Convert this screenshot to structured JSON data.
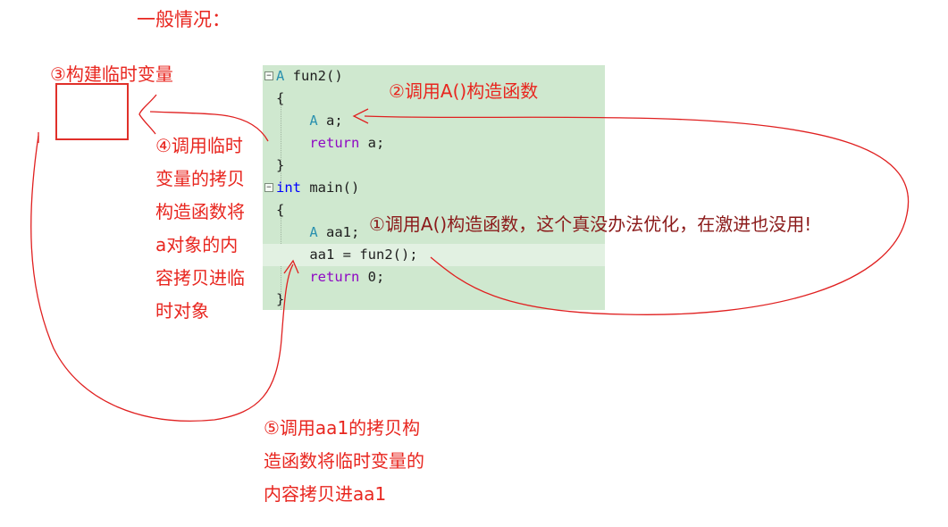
{
  "title": "一般情况：",
  "code": {
    "lines": [
      {
        "fold": "⊟",
        "tokens": [
          {
            "t": "A",
            "c": "type"
          },
          {
            "t": " fun2()",
            "c": "plain"
          }
        ]
      },
      {
        "fold": "",
        "tokens": [
          {
            "t": "{",
            "c": "plain"
          }
        ]
      },
      {
        "fold": "",
        "tokens": [
          {
            "t": "    A",
            "c": "type"
          },
          {
            "t": " a;",
            "c": "plain"
          }
        ]
      },
      {
        "fold": "",
        "tokens": [
          {
            "t": "    return",
            "c": "kw2"
          },
          {
            "t": " a;",
            "c": "plain"
          }
        ]
      },
      {
        "fold": "",
        "tokens": [
          {
            "t": "}",
            "c": "plain"
          }
        ]
      },
      {
        "fold": "⊟",
        "tokens": [
          {
            "t": "int",
            "c": "kw"
          },
          {
            "t": " main()",
            "c": "plain"
          }
        ]
      },
      {
        "fold": "",
        "tokens": [
          {
            "t": "{",
            "c": "plain"
          }
        ]
      },
      {
        "fold": "",
        "tokens": [
          {
            "t": "    A",
            "c": "type"
          },
          {
            "t": " aa1;",
            "c": "plain"
          }
        ]
      },
      {
        "fold": "",
        "tokens": [
          {
            "t": "    aa1 = fun2();",
            "c": "plain"
          }
        ],
        "highlight": true
      },
      {
        "fold": "",
        "tokens": [
          {
            "t": "    return",
            "c": "kw2"
          },
          {
            "t": " 0;",
            "c": "plain"
          }
        ]
      },
      {
        "fold": "",
        "tokens": [
          {
            "t": "}",
            "c": "plain"
          }
        ]
      }
    ]
  },
  "annotations": {
    "step1": "①调用A()构造函数，这个真没办法优化，在激进也没用!",
    "step2": "②调用A()构造函数",
    "step3": "③构建临时变量",
    "step4": [
      "④调用临时",
      "变量的拷贝",
      "构造函数将",
      "a对象的内",
      "容拷贝进临",
      "时对象"
    ],
    "step5": [
      "⑤调用aa1的拷贝构",
      "造函数将临时变量的",
      "内容拷贝进aa1"
    ]
  },
  "colors": {
    "annotation": "#e8261f",
    "step1": "#8b1a1a",
    "code_bg": "#cfe8cf",
    "arrow": "#e02020"
  }
}
